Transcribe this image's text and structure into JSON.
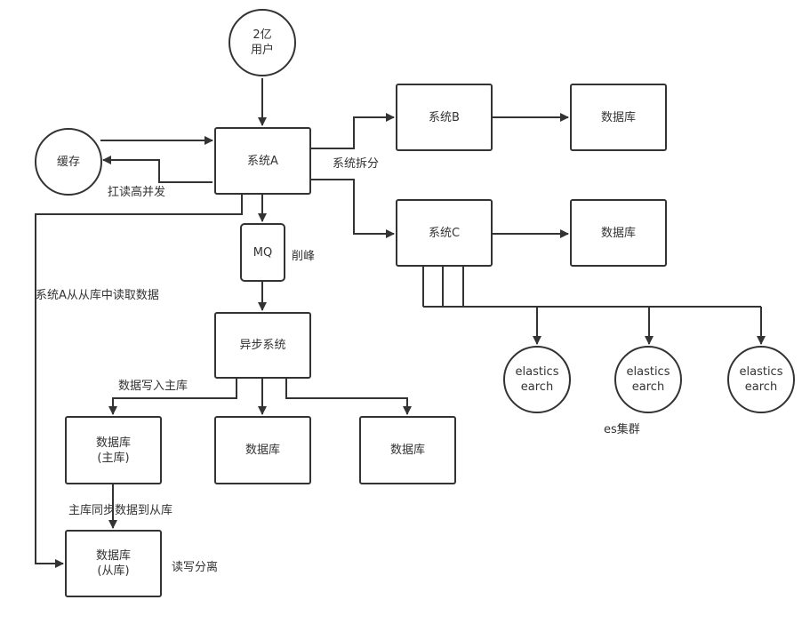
{
  "nodes": {
    "users": "2亿\n用户",
    "cache": "缓存",
    "system_a": "系统A",
    "system_b": "系统B",
    "system_c": "系统C",
    "db_b": "数据库",
    "db_c": "数据库",
    "mq": "MQ",
    "async_system": "异步系统",
    "db_master": "数据库\n(主库)",
    "db_mid": "数据库",
    "db_right": "数据库",
    "db_slave": "数据库\n(从库)",
    "es1": "elastics\nearch",
    "es2": "elastics\nearch",
    "es3": "elastics\nearch"
  },
  "labels": {
    "split": "系统拆分",
    "cache_read": "扛读高并发",
    "peak": "削峰",
    "read_slave": "系统A从从库中读取数据",
    "write_master": "数据写入主库",
    "es_cluster": "es集群",
    "sync": "主库同步数据到从库",
    "rw_split": "读写分离"
  }
}
